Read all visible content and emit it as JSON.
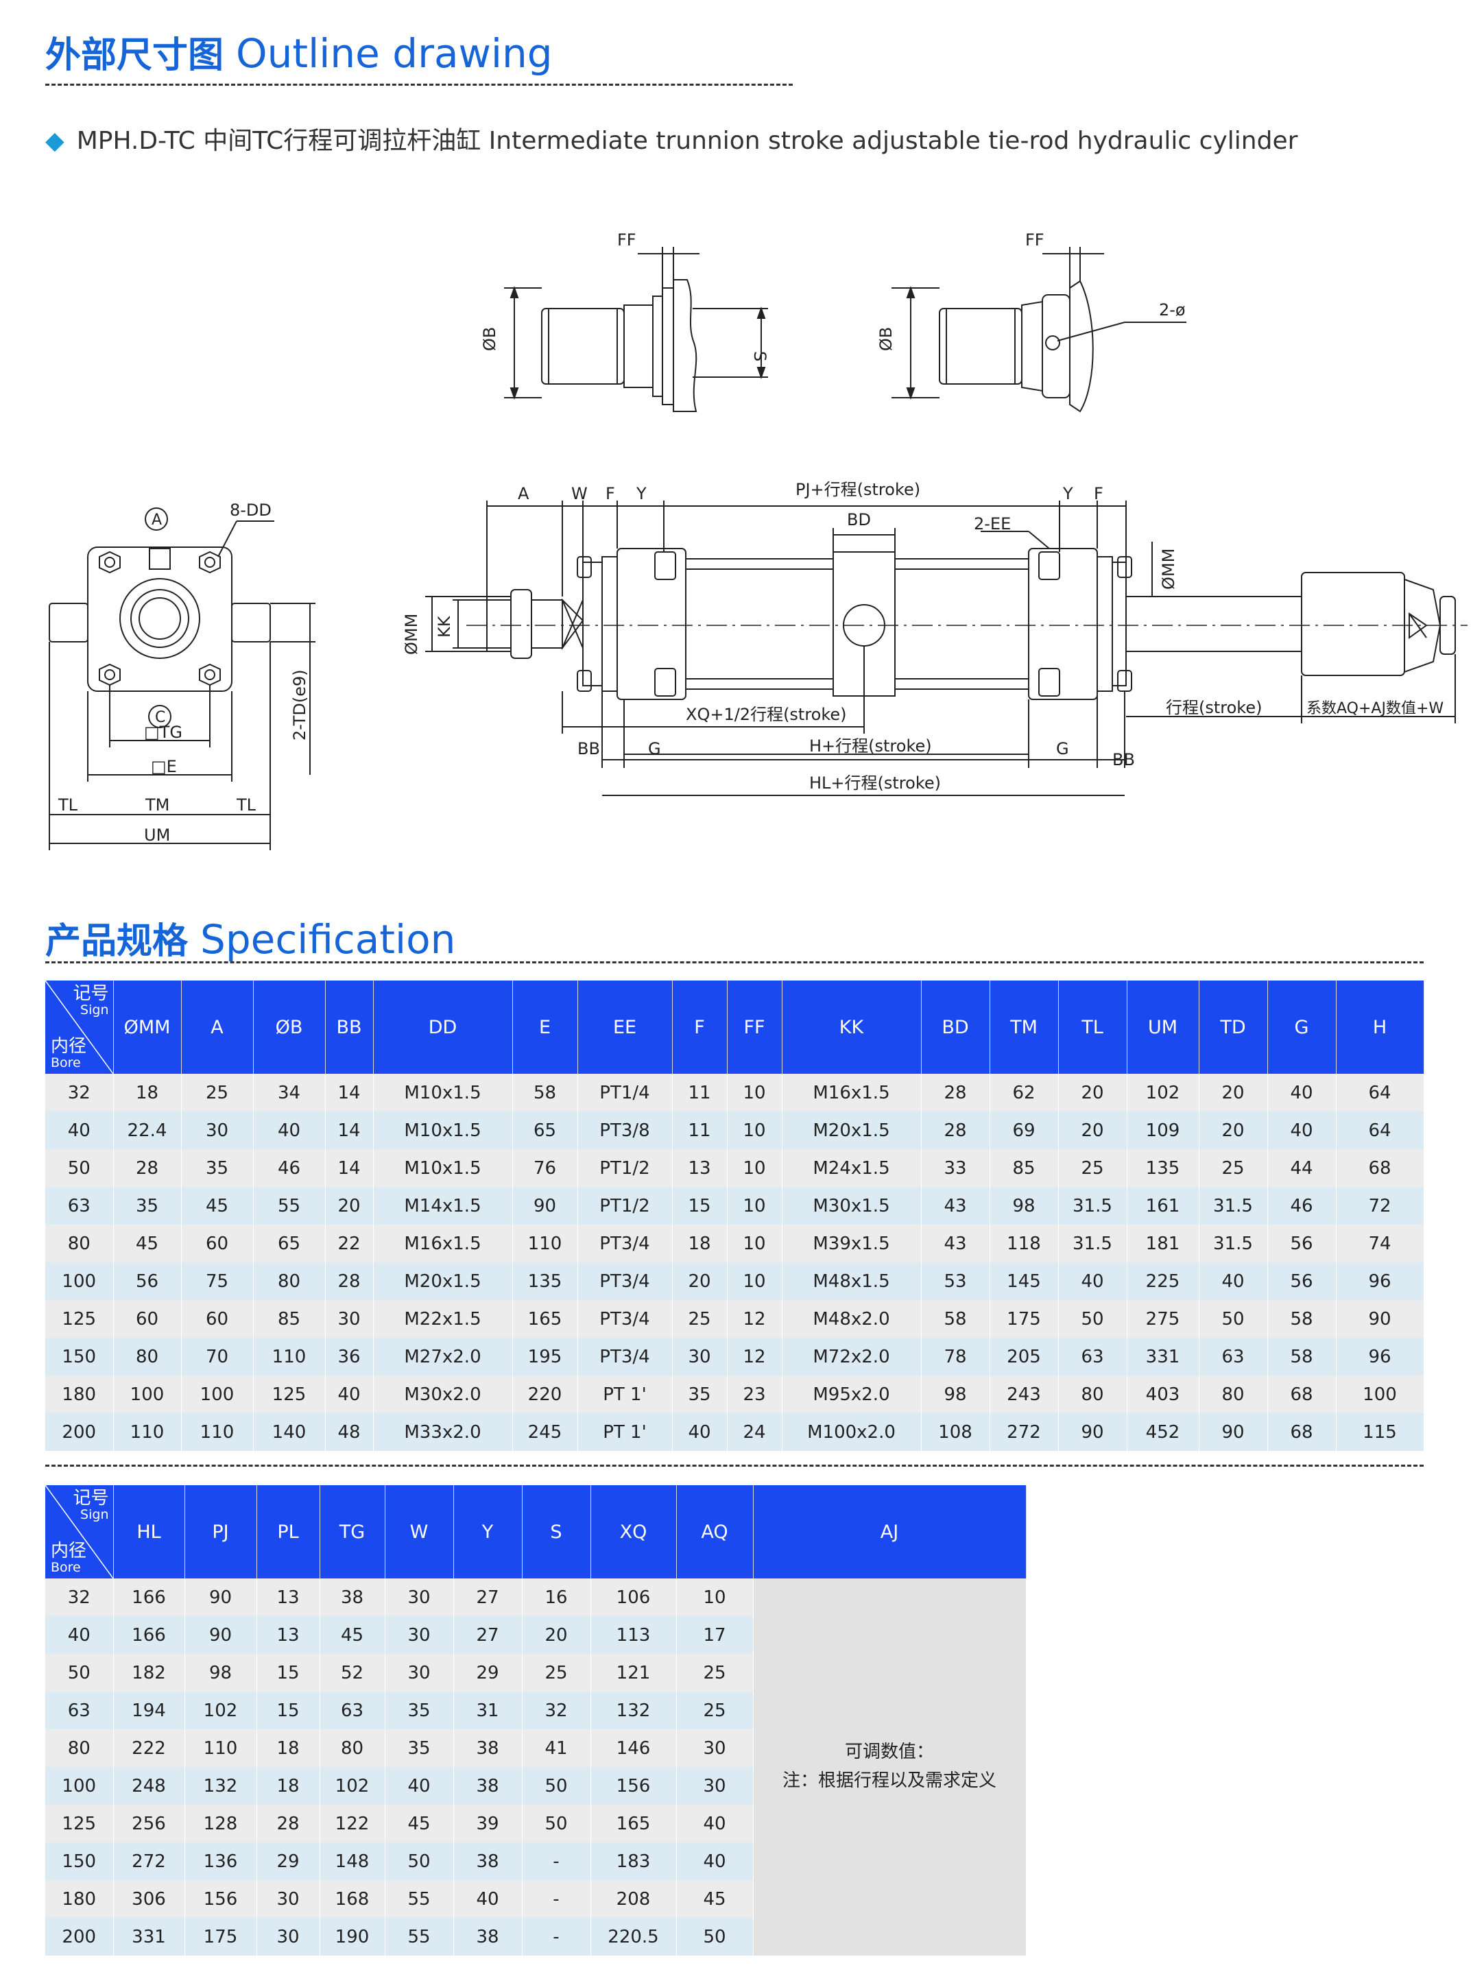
{
  "header": {
    "title_zh": "外部尺寸图",
    "title_en": "Outline drawing",
    "model_label": "MPH.D-TC 中间TC行程可调拉杆油缸 Intermediate trunnion stroke adjustable tie-rod hydraulic cylinder"
  },
  "drawing_labels": {
    "ff": "FF",
    "phi_b": "ØB",
    "s": "S",
    "two_phi": "2-ø",
    "circle_a": "A",
    "circle_c": "C",
    "eight_dd": "8-DD",
    "tg": "□TG",
    "e": "□E",
    "tl": "TL",
    "tm": "TM",
    "um": "UM",
    "two_td": "2-TD(e9)",
    "a": "A",
    "w": "W",
    "f": "F",
    "y": "Y",
    "pj": "PJ+行程(stroke)",
    "bd": "BD",
    "two_ee": "2-EE",
    "phi_mm": "ØMM",
    "kk": "KK",
    "xq": "XQ+1/2行程(stroke)",
    "bb": "BB",
    "g": "G",
    "h": "H+行程(stroke)",
    "hl": "HL+行程(stroke)",
    "stroke": "行程(stroke)",
    "aqaj": "系数AQ+AJ数值+W"
  },
  "spec": {
    "title_zh": "产品规格",
    "title_en": "Specification",
    "corner": {
      "sign_zh": "记号",
      "sign_en": "Sign",
      "bore_zh": "内径",
      "bore_en": "Bore"
    },
    "table1": {
      "headers": [
        "ØMM",
        "A",
        "ØB",
        "BB",
        "DD",
        "E",
        "EE",
        "F",
        "FF",
        "KK",
        "BD",
        "TM",
        "TL",
        "UM",
        "TD",
        "G",
        "H"
      ],
      "rows": [
        [
          "32",
          "18",
          "25",
          "34",
          "14",
          "M10x1.5",
          "58",
          "PT1/4",
          "11",
          "10",
          "M16x1.5",
          "28",
          "62",
          "20",
          "102",
          "20",
          "40",
          "64"
        ],
        [
          "40",
          "22.4",
          "30",
          "40",
          "14",
          "M10x1.5",
          "65",
          "PT3/8",
          "11",
          "10",
          "M20x1.5",
          "28",
          "69",
          "20",
          "109",
          "20",
          "40",
          "64"
        ],
        [
          "50",
          "28",
          "35",
          "46",
          "14",
          "M10x1.5",
          "76",
          "PT1/2",
          "13",
          "10",
          "M24x1.5",
          "33",
          "85",
          "25",
          "135",
          "25",
          "44",
          "68"
        ],
        [
          "63",
          "35",
          "45",
          "55",
          "20",
          "M14x1.5",
          "90",
          "PT1/2",
          "15",
          "10",
          "M30x1.5",
          "43",
          "98",
          "31.5",
          "161",
          "31.5",
          "46",
          "72"
        ],
        [
          "80",
          "45",
          "60",
          "65",
          "22",
          "M16x1.5",
          "110",
          "PT3/4",
          "18",
          "10",
          "M39x1.5",
          "43",
          "118",
          "31.5",
          "181",
          "31.5",
          "56",
          "74"
        ],
        [
          "100",
          "56",
          "75",
          "80",
          "28",
          "M20x1.5",
          "135",
          "PT3/4",
          "20",
          "10",
          "M48x1.5",
          "53",
          "145",
          "40",
          "225",
          "40",
          "56",
          "96"
        ],
        [
          "125",
          "60",
          "60",
          "85",
          "30",
          "M22x1.5",
          "165",
          "PT3/4",
          "25",
          "12",
          "M48x2.0",
          "58",
          "175",
          "50",
          "275",
          "50",
          "58",
          "90"
        ],
        [
          "150",
          "80",
          "70",
          "110",
          "36",
          "M27x2.0",
          "195",
          "PT3/4",
          "30",
          "12",
          "M72x2.0",
          "78",
          "205",
          "63",
          "331",
          "63",
          "58",
          "96"
        ],
        [
          "180",
          "100",
          "100",
          "125",
          "40",
          "M30x2.0",
          "220",
          "PT 1'",
          "35",
          "23",
          "M95x2.0",
          "98",
          "243",
          "80",
          "403",
          "80",
          "68",
          "100"
        ],
        [
          "200",
          "110",
          "110",
          "140",
          "48",
          "M33x2.0",
          "245",
          "PT 1'",
          "40",
          "24",
          "M100x2.0",
          "108",
          "272",
          "90",
          "452",
          "90",
          "68",
          "115"
        ]
      ]
    },
    "table2": {
      "headers": [
        "HL",
        "PJ",
        "PL",
        "TG",
        "W",
        "Y",
        "S",
        "XQ",
        "AQ",
        "AJ"
      ],
      "rows": [
        [
          "32",
          "166",
          "90",
          "13",
          "38",
          "30",
          "27",
          "16",
          "106",
          "10"
        ],
        [
          "40",
          "166",
          "90",
          "13",
          "45",
          "30",
          "27",
          "20",
          "113",
          "17"
        ],
        [
          "50",
          "182",
          "98",
          "15",
          "52",
          "30",
          "29",
          "25",
          "121",
          "25"
        ],
        [
          "63",
          "194",
          "102",
          "15",
          "63",
          "35",
          "31",
          "32",
          "132",
          "25"
        ],
        [
          "80",
          "222",
          "110",
          "18",
          "80",
          "35",
          "38",
          "41",
          "146",
          "30"
        ],
        [
          "100",
          "248",
          "132",
          "18",
          "102",
          "40",
          "38",
          "50",
          "156",
          "30"
        ],
        [
          "125",
          "256",
          "128",
          "28",
          "122",
          "45",
          "39",
          "50",
          "165",
          "40"
        ],
        [
          "150",
          "272",
          "136",
          "29",
          "148",
          "50",
          "38",
          "-",
          "183",
          "40"
        ],
        [
          "180",
          "306",
          "156",
          "30",
          "168",
          "55",
          "40",
          "-",
          "208",
          "45"
        ],
        [
          "200",
          "331",
          "175",
          "30",
          "190",
          "55",
          "38",
          "-",
          "220.5",
          "50"
        ]
      ],
      "aj_note_line1": "可调数值：",
      "aj_note_line2": "注：根据行程以及需求定义"
    }
  }
}
